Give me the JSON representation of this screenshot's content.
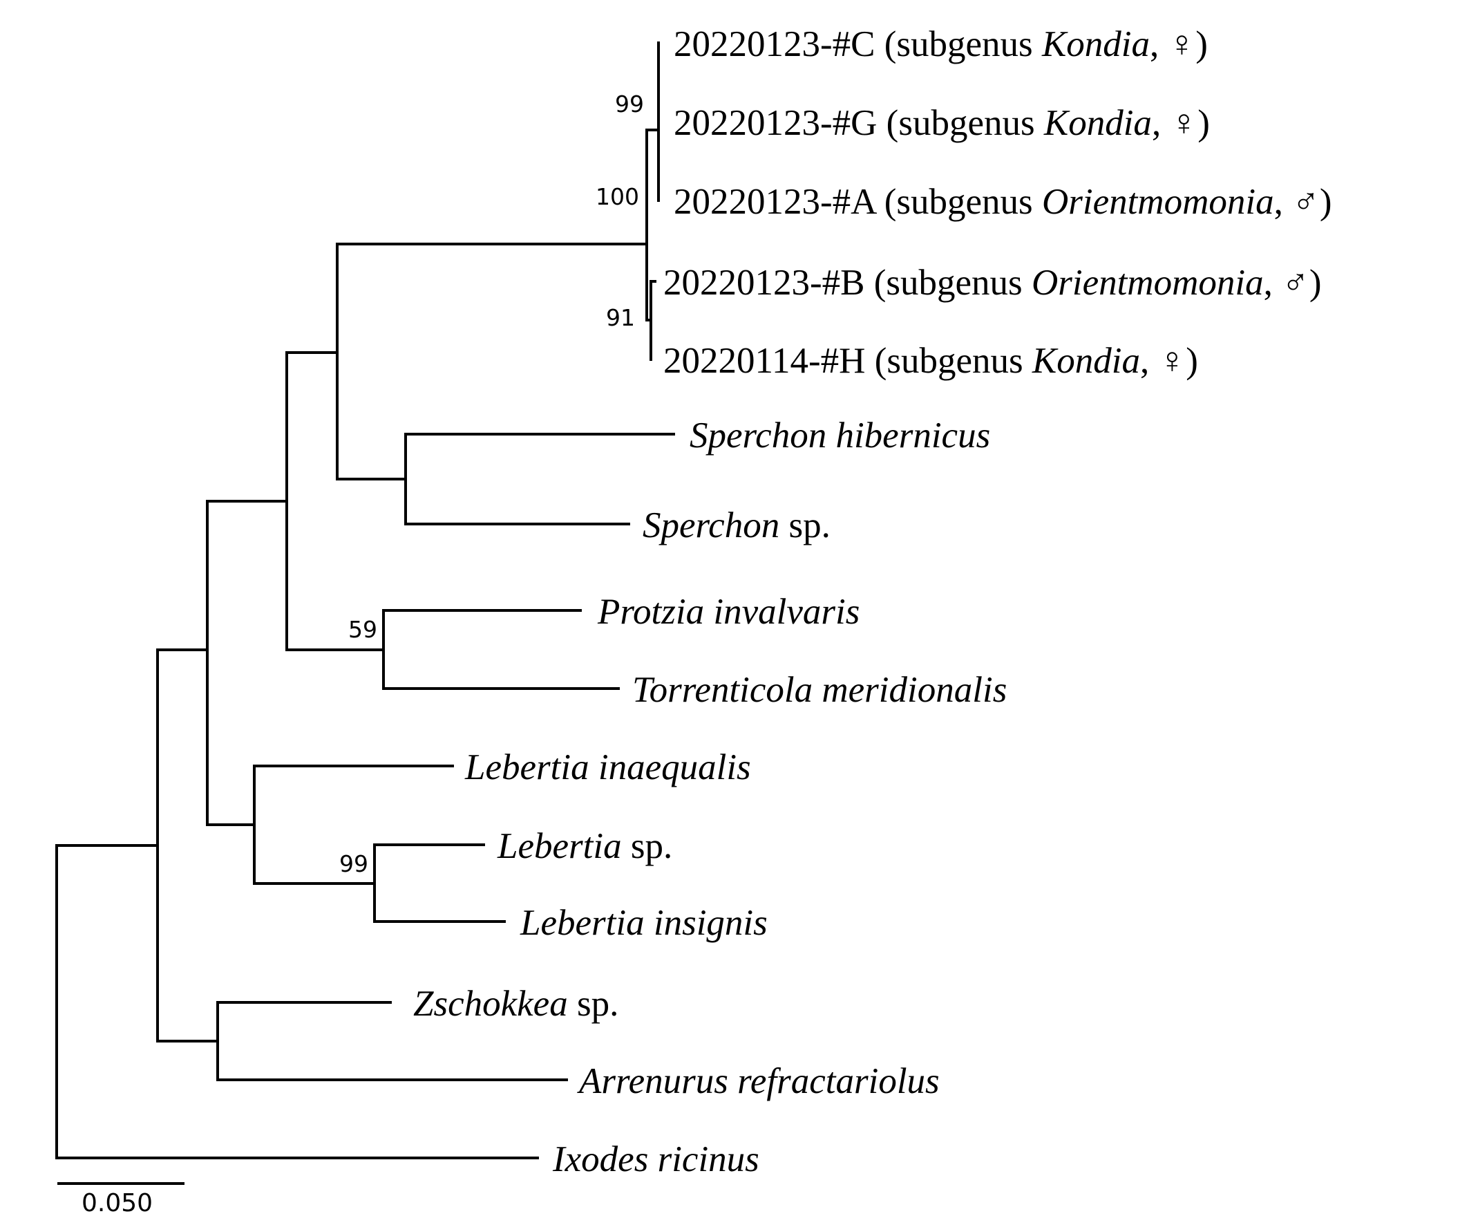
{
  "tree": {
    "leaves": [
      {
        "id": "c",
        "parts": [
          {
            "t": "20220123-#C (subgenus "
          },
          {
            "t": "Kondia",
            "i": true
          },
          {
            "t": ", ♀)"
          }
        ]
      },
      {
        "id": "g",
        "parts": [
          {
            "t": "20220123-#G (subgenus "
          },
          {
            "t": "Kondia",
            "i": true
          },
          {
            "t": ", ♀)"
          }
        ]
      },
      {
        "id": "a",
        "parts": [
          {
            "t": "20220123-#A (subgenus "
          },
          {
            "t": "Orientmomonia",
            "i": true
          },
          {
            "t": ", ♂)"
          }
        ]
      },
      {
        "id": "b",
        "parts": [
          {
            "t": "20220123-#B (subgenus "
          },
          {
            "t": "Orientmomonia",
            "i": true
          },
          {
            "t": ", ♂)"
          }
        ]
      },
      {
        "id": "h",
        "parts": [
          {
            "t": "20220114-#H (subgenus "
          },
          {
            "t": "Kondia",
            "i": true
          },
          {
            "t": ", ♀)"
          }
        ]
      },
      {
        "id": "shib",
        "parts": [
          {
            "t": "Sperchon hibernicus",
            "i": true
          }
        ]
      },
      {
        "id": "ssp",
        "parts": [
          {
            "t": "Sperchon",
            "i": true
          },
          {
            "t": " sp."
          }
        ]
      },
      {
        "id": "pinv",
        "parts": [
          {
            "t": "Protzia invalvaris",
            "i": true
          }
        ]
      },
      {
        "id": "tmer",
        "parts": [
          {
            "t": "Torrenticola meridionalis",
            "i": true
          }
        ]
      },
      {
        "id": "linae",
        "parts": [
          {
            "t": "Lebertia inaequalis",
            "i": true
          }
        ]
      },
      {
        "id": "lsp",
        "parts": [
          {
            "t": "Lebertia",
            "i": true
          },
          {
            "t": " sp."
          }
        ]
      },
      {
        "id": "lins",
        "parts": [
          {
            "t": "Lebertia insignis",
            "i": true
          }
        ]
      },
      {
        "id": "zsp",
        "parts": [
          {
            "t": "Zschokkea",
            "i": true
          },
          {
            "t": " sp."
          }
        ]
      },
      {
        "id": "aref",
        "parts": [
          {
            "t": "Arrenurus refractariolus",
            "i": true
          }
        ]
      },
      {
        "id": "iric",
        "parts": [
          {
            "t": "Ixodes ricinus",
            "i": true
          }
        ]
      }
    ],
    "support_values": [
      {
        "id": "cg",
        "text": "99"
      },
      {
        "id": "core",
        "text": "100"
      },
      {
        "id": "bh",
        "text": "91"
      },
      {
        "id": "pt",
        "text": "59"
      },
      {
        "id": "lsi",
        "text": "99"
      }
    ],
    "scale_bar": {
      "label": "0.050"
    }
  }
}
